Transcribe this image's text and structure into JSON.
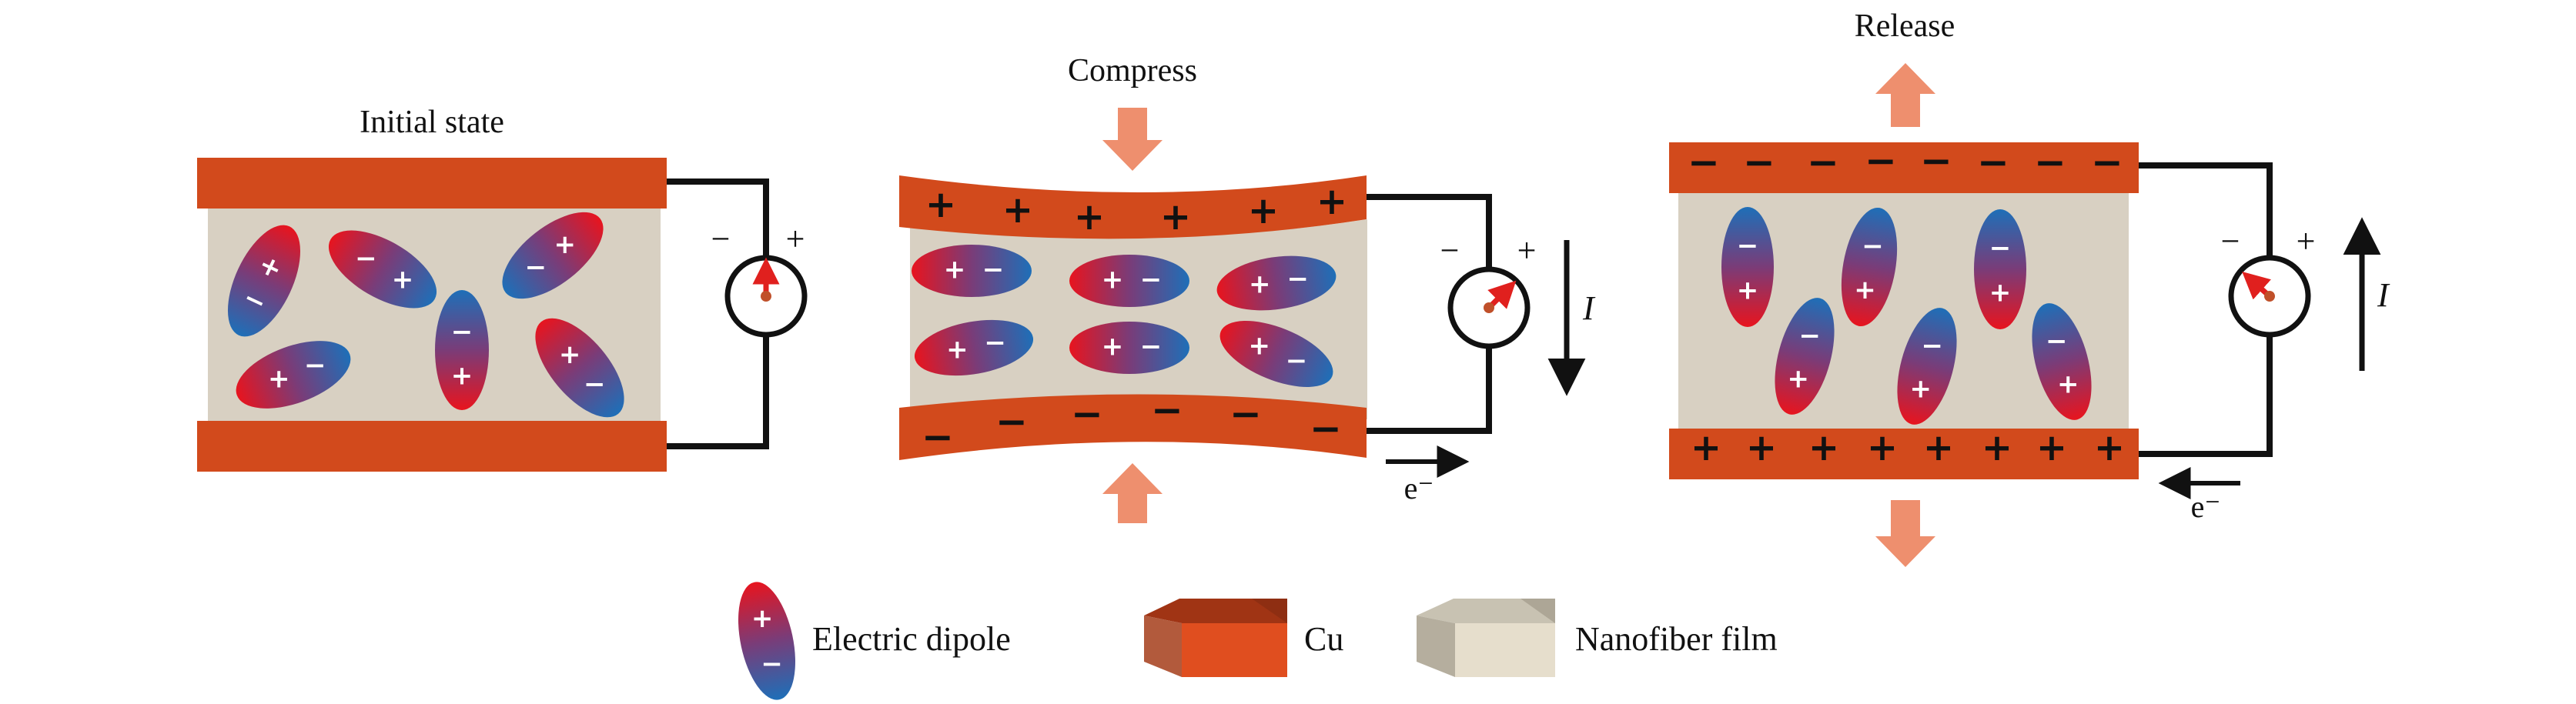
{
  "panels": {
    "initial": {
      "title": "Initial state",
      "meter_minus": "−",
      "meter_plus": "+"
    },
    "compress": {
      "title": "Compress",
      "meter_minus": "−",
      "meter_plus": "+",
      "top_charge": "+",
      "bottom_charge": "−",
      "current_label": "I",
      "electron_label": "e⁻"
    },
    "release": {
      "title": "Release",
      "meter_minus": "−",
      "meter_plus": "+",
      "top_charge": "−",
      "bottom_charge": "+",
      "current_label": "I",
      "electron_label": "e⁻"
    }
  },
  "dipole_signs": {
    "plus": "+",
    "minus": "−"
  },
  "legend": {
    "dipole": "Electric dipole",
    "cu": "Cu",
    "film": "Nanofiber film"
  },
  "colors": {
    "electrode": "#D24A1C",
    "film": "#D8D0C2",
    "dipole_pos": "#E8141E",
    "dipole_neg": "#1E6FB8",
    "arrow": "#EE8F6E",
    "needle": "#E0201E"
  }
}
